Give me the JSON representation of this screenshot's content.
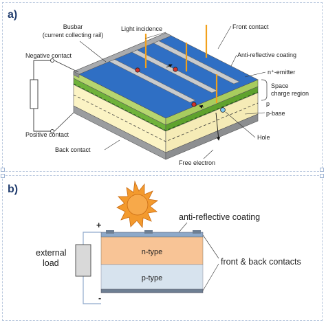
{
  "panel_a": {
    "letter": "a)",
    "labels": {
      "busbar_line1": "Busbar",
      "busbar_line2": "(current collecting rail)",
      "light_incidence": "Light incidence",
      "front_contact": "Front contact",
      "anti_reflective": "Anti-reflective coating",
      "negative_contact": "Negative contact",
      "n_emitter": "n⁺-emitter",
      "space_charge_line1": "Space",
      "space_charge_line2": "charge region",
      "p": "p",
      "p_base": "p-base",
      "positive_contact": "Positive contact",
      "hole": "Hole",
      "back_contact": "Back contact",
      "free_electron": "Free electron"
    },
    "colors": {
      "top_blue": "#2f6fc4",
      "busbar": "#a9abae",
      "n_emitter": "#b7d66f",
      "space_charge": "#6fb23a",
      "p_base": "#fbf3c4",
      "back_contact": "#9b9d9f",
      "light_ray": "#f2a01c"
    }
  },
  "panel_b": {
    "letter": "b)",
    "labels": {
      "anti_reflective": "anti-reflective coating",
      "n_type": "n-type",
      "p_type": "p-type",
      "external_line1": "external",
      "external_line2": "load",
      "front_back": "front & back contacts",
      "plus": "+",
      "minus": "-"
    },
    "colors": {
      "sun": "#f39a2e",
      "n_type": "#f8c496",
      "p_type": "#d7e3ee",
      "coating": "#8ea9c9",
      "contact": "#6e7f93",
      "wire": "#8fa9cc",
      "load": "#d9d9d9"
    }
  }
}
